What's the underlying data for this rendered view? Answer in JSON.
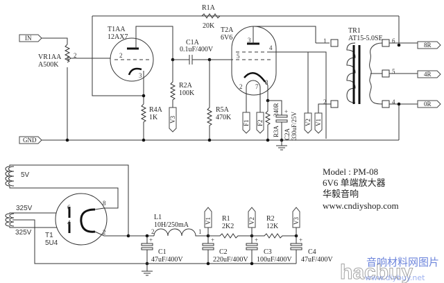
{
  "ports": {
    "in": "IN",
    "gnd": "GND",
    "out_8r": "8R",
    "out_4r": "4R",
    "out_0r": "0R"
  },
  "components": {
    "vr1": {
      "ref": "VR1AA",
      "value": "A500K",
      "pin_wiper": "2"
    },
    "t1aa": {
      "ref": "T1AA",
      "value": "12AX7",
      "pin_grid": "2",
      "pin_cathode": "3"
    },
    "r1a": {
      "ref": "R1A",
      "value": "20K"
    },
    "c1a": {
      "ref": "C1A",
      "value": "0.1uF/400V"
    },
    "r2a": {
      "ref": "R2A",
      "value": "100K"
    },
    "r4a": {
      "ref": "R4A",
      "value": "1K"
    },
    "r5a": {
      "ref": "R5A",
      "value": "470K"
    },
    "t2a": {
      "ref": "T2A",
      "value": "6V6",
      "pin_plate": "3",
      "pin_screen": "4",
      "pin_grid": "5",
      "pin_heater_a": "2",
      "pin_heater_b": "7",
      "pin_cathode": "8"
    },
    "r3a": {
      "ref": "R3A",
      "value": "240R"
    },
    "c2a": {
      "ref": "C2A",
      "value": "330uF/25V"
    },
    "tr1": {
      "ref": "TR1",
      "value": "AT15-5.0SE",
      "pins": [
        "1",
        "2",
        "6",
        "5",
        "4"
      ]
    },
    "t1": {
      "ref": "T1",
      "value": "5U4",
      "pin_plate_a": "6",
      "pin_plate_b": "4",
      "pin_fil_a": "8",
      "pin_fil_b": "2"
    },
    "l1": {
      "ref": "L1",
      "value": "10H/250mA",
      "pin_a": "2",
      "pin_b": "1"
    },
    "c1": {
      "ref": "C1",
      "value": "47uF/400V"
    },
    "c2": {
      "ref": "C2",
      "value": "220uF/400V"
    },
    "c3": {
      "ref": "C3",
      "value": "100uF/400V"
    },
    "c4": {
      "ref": "C4",
      "value": "47uF/400V"
    },
    "r1": {
      "ref": "R1",
      "value": "2K2"
    },
    "r2": {
      "ref": "R2",
      "value": "12K"
    }
  },
  "net_flags": {
    "v1": "V1",
    "v2": "V2",
    "v3": "V3",
    "f1": "F1",
    "f2": "F2"
  },
  "windings": {
    "heater": "5V",
    "hv_top": "325V",
    "hv_bottom": "325V"
  },
  "info": {
    "model": "Model : PM-08",
    "title": "6V6 单端放大器",
    "brand": "华毅音响",
    "website": "www.cndiyshop.com"
  },
  "watermark": {
    "logo": "hacbuy",
    "cn": "音响材料网图片",
    "url": "www.diybuy.net"
  }
}
